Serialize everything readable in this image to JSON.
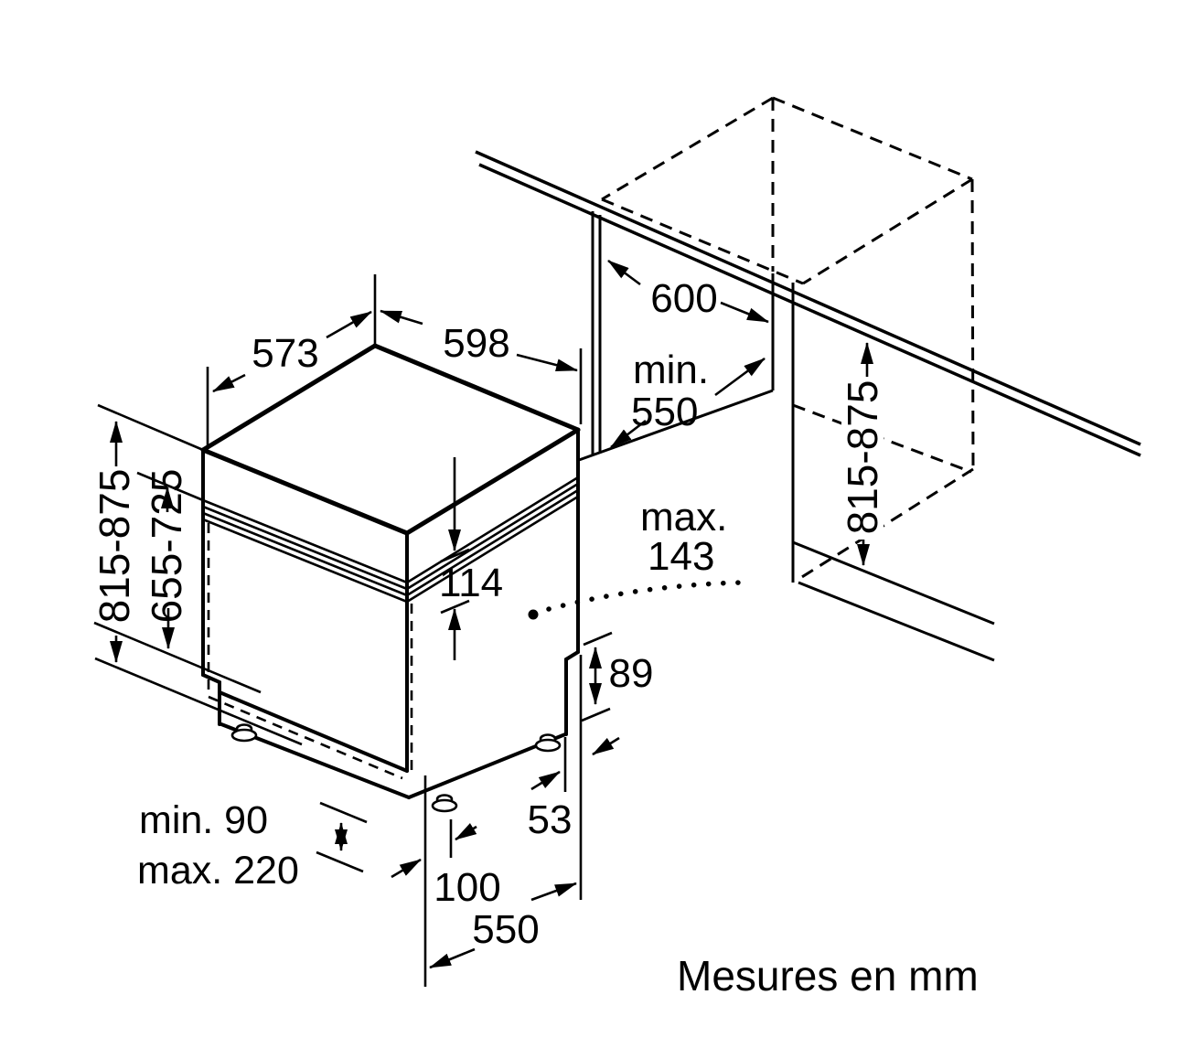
{
  "diagram": {
    "type": "appliance-installation-drawing",
    "units_note": "Mesures en mm",
    "labels": {
      "depth_top": "573",
      "width_top": "598",
      "cabinet_width": "600",
      "niche_min_word": "min.",
      "niche_min_value": "550",
      "height_outer": "815-875",
      "door_height": "655-725",
      "panel_height": "114",
      "max_word": "max.",
      "max_value": "143",
      "rear_step_height": "89",
      "height_right": "815-875",
      "rear_offset": "53",
      "plinth_min": "min. 90",
      "plinth_max": "max. 220",
      "rear_clearance": "100",
      "base_depth": "550"
    }
  }
}
